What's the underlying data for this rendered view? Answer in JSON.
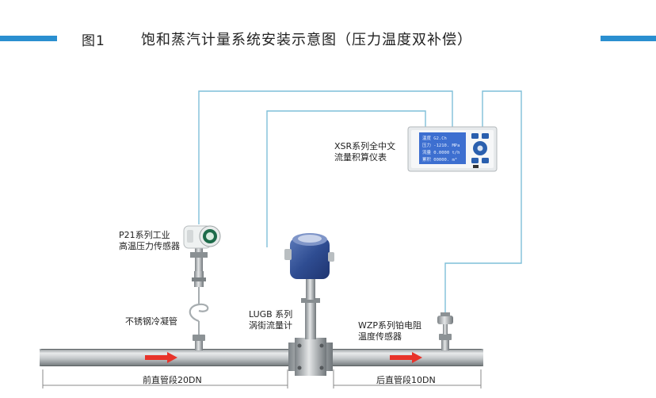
{
  "header": {
    "figure_label": "图1",
    "title": "饱和蒸汽计量系统安装示意图（压力温度双补偿）"
  },
  "labels": {
    "instrument": [
      "XSR系列全中文",
      "流量积算仪表"
    ],
    "pressure_transmitter": [
      "P21系列工业",
      "高温压力传感器"
    ],
    "condenser": "不锈钢冷凝管",
    "flowmeter": [
      "LUGB 系列",
      "涡街流量计"
    ],
    "temperature_sensor": [
      "WZP系列铂电阻",
      "温度传感器"
    ],
    "upstream_pipe": "前直管段20DN",
    "downstream_pipe": "后直管段10DN"
  },
  "display": {
    "rows": [
      "温度  G2.Ch",
      "压力 -1210.  MPa",
      "流量 0.0000  t/h",
      "累积 00000.  m³"
    ]
  },
  "colors": {
    "accent": "#2a8fd0",
    "wire": "#7fbfd8",
    "flow_arrow": "#e8332a",
    "pipe": "#c4c8ca",
    "lcd": "#3d6fd0"
  }
}
